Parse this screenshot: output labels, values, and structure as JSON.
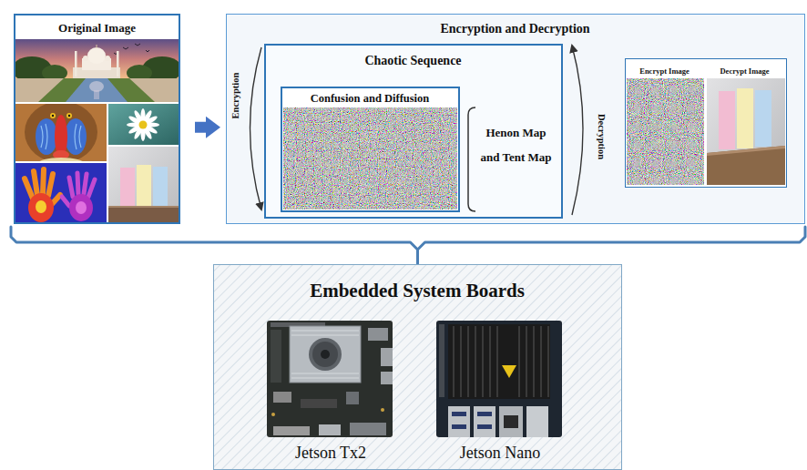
{
  "diagram": {
    "nodes": [
      {
        "text": [
          "Original Image"
        ]
      },
      {
        "text": [
          "Encryption and Decryption"
        ]
      },
      {
        "text": [
          "Chaotic Sequence",
          "Henon Map and Tent Map"
        ],
        "in": 1
      },
      {
        "text": [
          "Confusion and Diffusion"
        ],
        "in": 2
      },
      {
        "text": [
          "Encrypt Image",
          "Decrypt Image"
        ],
        "in": 1
      },
      {
        "text": [
          "Embedded System Boards",
          "Jetson Tx2",
          "Jetson Nano"
        ]
      }
    ],
    "edges": [
      {
        "from": 0,
        "to": 1,
        "arrow": "to"
      },
      {
        "from": 0,
        "to": 5,
        "arrow": "none"
      },
      {
        "from": 1,
        "to": 5,
        "arrow": "none"
      }
    ],
    "labels": [
      "Encryption",
      "Decryption"
    ]
  }
}
